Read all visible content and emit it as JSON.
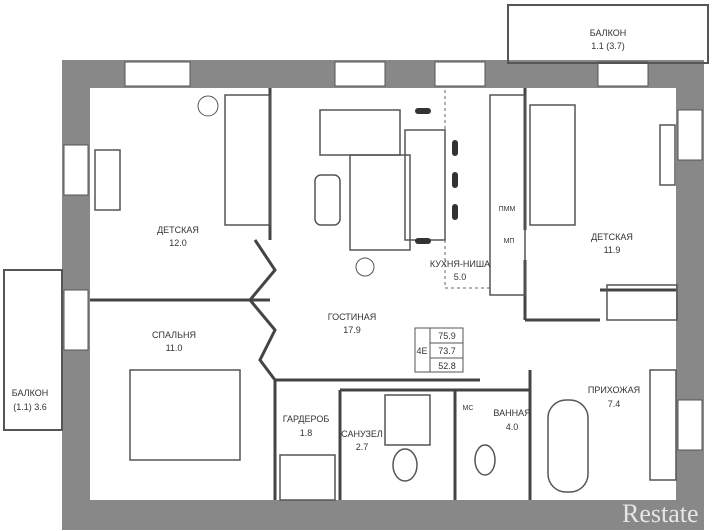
{
  "rooms": [
    {
      "id": "balcony-top",
      "name": "БАЛКОН",
      "area": "1.1 (3.7)"
    },
    {
      "id": "kids-left",
      "name": "ДЕТСКАЯ",
      "area": "12.0"
    },
    {
      "id": "kids-right",
      "name": "ДЕТСКАЯ",
      "area": "11.9"
    },
    {
      "id": "kitchen",
      "name": "КУХНЯ-НИША",
      "area": "5.0"
    },
    {
      "id": "living",
      "name": "ГОСТИНАЯ",
      "area": "17.9"
    },
    {
      "id": "bedroom",
      "name": "СПАЛЬНЯ",
      "area": "11.0"
    },
    {
      "id": "balcony-left",
      "name": "БАЛКОН",
      "area": "(1.1) 3.6"
    },
    {
      "id": "wardrobe",
      "name": "ГАРДЕРОБ",
      "area": "1.8"
    },
    {
      "id": "bathroom-wc",
      "name": "САНУЗЕЛ",
      "area": "2.7"
    },
    {
      "id": "bath",
      "name": "ВАННАЯ",
      "area": "4.0"
    },
    {
      "id": "hallway",
      "name": "ПРИХОЖАЯ",
      "area": "7.4"
    }
  ],
  "summary": {
    "rooms_code": "4Е",
    "total": "75.9",
    "living_total": "73.7",
    "living": "52.8"
  },
  "fixtures": {
    "microwave": "МП",
    "dishwasher": "ПММ",
    "washer": "МС"
  },
  "watermark": "Restate"
}
